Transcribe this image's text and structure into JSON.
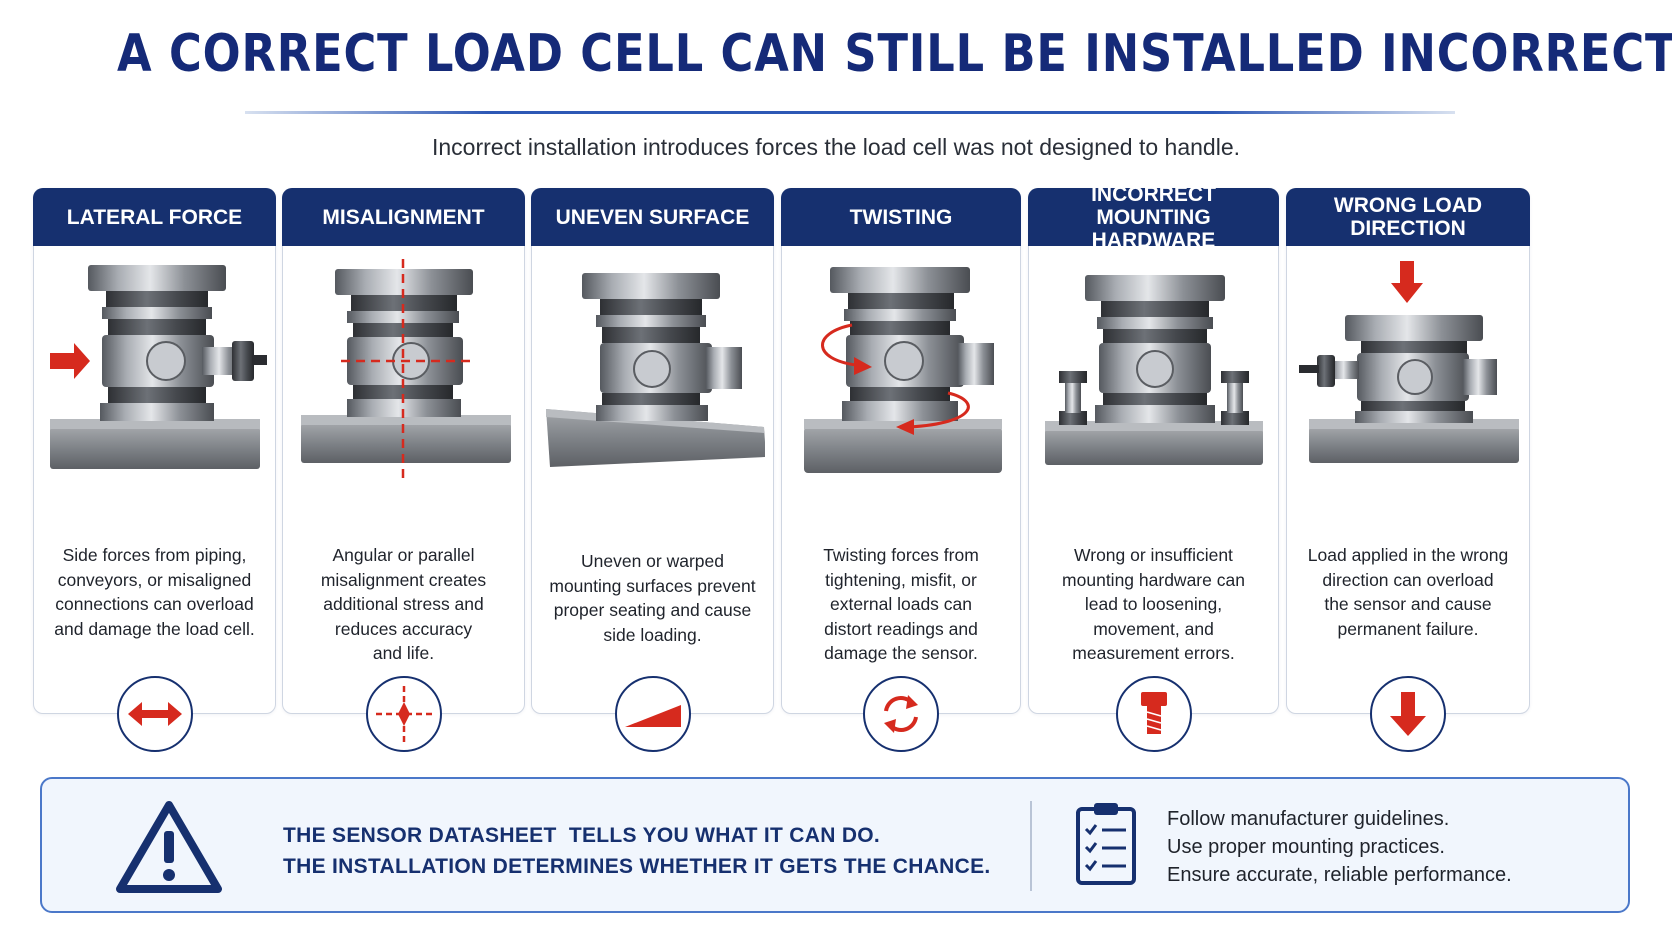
{
  "header": {
    "title": "A CORRECT LOAD CELL CAN STILL BE INSTALLED INCORRECTLY",
    "subtitle": "Incorrect installation introduces forces the load cell was not designed to handle."
  },
  "colors": {
    "navy": "#16306f",
    "accent_red": "#d62a1e",
    "steel": "#8a8f96",
    "panel_border": "#4b78c9"
  },
  "cards": [
    {
      "title": "LATERAL FORCE",
      "text": "Side forces from piping,\nconveyors, or misaligned\nconnections can overload\nand damage the load cell.",
      "icon": "double-arrow-icon"
    },
    {
      "title": "MISALIGNMENT",
      "text": "Angular or parallel\nmisalignment creates\nadditional stress and\nreduces accuracy\nand life.",
      "icon": "crosshair-icon"
    },
    {
      "title": "UNEVEN SURFACE",
      "text": "Uneven or warped\nmounting surfaces prevent\nproper seating and cause\nside loading.",
      "icon": "wedge-icon"
    },
    {
      "title": "TWISTING",
      "text": "Twisting forces from\ntightening, misfit, or\nexternal loads can\ndistort readings and\ndamage the sensor.",
      "icon": "rotate-icon"
    },
    {
      "title": "INCORRECT MOUNTING\nHARDWARE",
      "text": "Wrong or insufficient\nmounting hardware can\nlead to loosening,\nmovement, and\nmeasurement errors.",
      "icon": "bolt-icon"
    },
    {
      "title": "WRONG LOAD\nDIRECTION",
      "text": "Load applied in the wrong\ndirection can overload\nthe sensor and cause\npermanent failure.",
      "icon": "down-arrow-icon"
    }
  ],
  "bottom": {
    "message_line1": "THE SENSOR DATASHEET  TELLS YOU WHAT IT CAN DO.",
    "message_line2": "THE INSTALLATION DETERMINES WHETHER IT GETS THE CHANCE.",
    "warning_icon": "warning-triangle-icon",
    "checklist_icon": "clipboard-checklist-icon",
    "checklist": [
      "Follow manufacturer guidelines.",
      "Use proper mounting practices.",
      "Ensure accurate, reliable performance."
    ]
  }
}
